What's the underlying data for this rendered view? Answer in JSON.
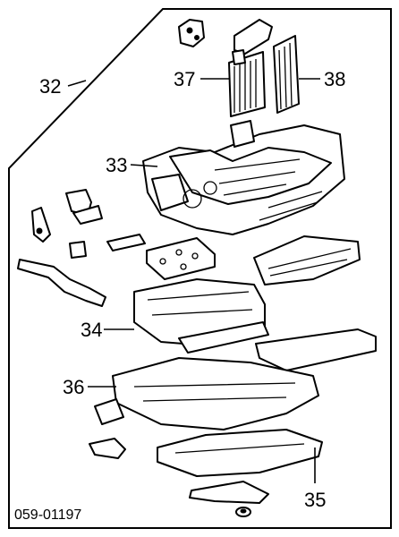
{
  "callouts": {
    "c32": "32",
    "c37": "37",
    "c38": "38",
    "c33": "33",
    "c34": "34",
    "c36": "36",
    "c35": "35"
  },
  "reference_code": "059-01197"
}
